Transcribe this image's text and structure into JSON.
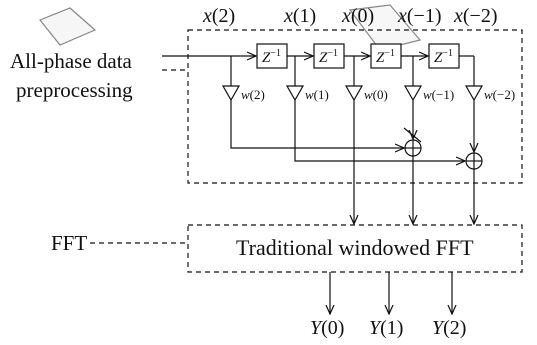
{
  "watermark": {
    "color": "#e8e8e8"
  },
  "labels": {
    "preprocessing_line1": "All-phase data",
    "preprocessing_line2": "preprocessing",
    "fft": "FFT",
    "fft_box": "Traditional windowed FFT"
  },
  "inputs": [
    {
      "name": "x",
      "index": "(2)"
    },
    {
      "name": "x",
      "index": "(1)"
    },
    {
      "name": "x",
      "index": "(0)"
    },
    {
      "name": "x",
      "index": "(−1)"
    },
    {
      "name": "x",
      "index": "(−2)"
    }
  ],
  "delay": {
    "base": "Z",
    "exponent": "−1"
  },
  "weights": [
    {
      "name": "w",
      "index": "(2)"
    },
    {
      "name": "w",
      "index": "(1)"
    },
    {
      "name": "w",
      "index": "(0)"
    },
    {
      "name": "w",
      "index": "(−1)"
    },
    {
      "name": "w",
      "index": "(−2)"
    }
  ],
  "outputs": [
    {
      "name": "Y",
      "index": "(0)"
    },
    {
      "name": "Y",
      "index": "(1)"
    },
    {
      "name": "Y",
      "index": "(2)"
    }
  ]
}
